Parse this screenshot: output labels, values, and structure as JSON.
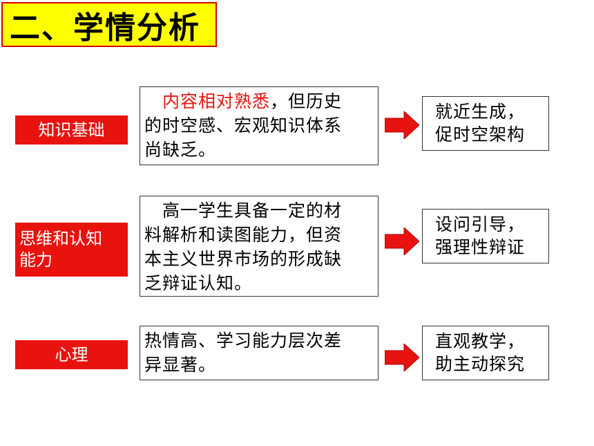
{
  "title": "二、学情分析",
  "rows": [
    {
      "label_lines": [
        "知识基础"
      ],
      "desc_highlight": "内容相对熟悉",
      "desc_line1_rest": "，但历史",
      "desc_lines": [
        "的时空感、宏观知识体系",
        "尚缺乏。"
      ],
      "result_lines": [
        "就近生成，",
        "促时空架构"
      ]
    },
    {
      "label_lines": [
        "思维和认知",
        "能力"
      ],
      "desc_line1": "高一学生具备一定的材",
      "desc_lines": [
        "料解析和读图能力，但资",
        "本主义世界市场的形成缺",
        "乏辩证认知。"
      ],
      "result_lines": [
        "设问引导，",
        "强理性辩证"
      ]
    },
    {
      "label_lines": [
        "心理"
      ],
      "desc_lines": [
        "热情高、学习能力层次差",
        "异显著。"
      ],
      "result_lines": [
        "直观教学，",
        "助主动探究"
      ]
    }
  ],
  "colors": {
    "title_bg": "#ffff00",
    "title_border": "#d20000",
    "label_bg": "#e8130f",
    "highlight": "#e8130f",
    "arrow": "#e8130f"
  }
}
